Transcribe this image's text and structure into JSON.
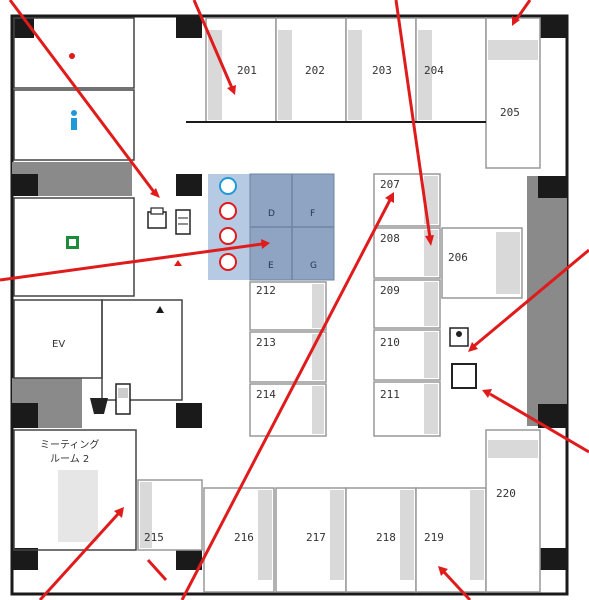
{
  "map": {
    "rooms": {
      "r201": "201",
      "r202": "202",
      "r203": "203",
      "r204": "204",
      "r205": "205",
      "r206": "206",
      "r207": "207",
      "r208": "208",
      "r209": "209",
      "r210": "210",
      "r211": "211",
      "r212": "212",
      "r213": "213",
      "r214": "214",
      "r215": "215",
      "r216": "216",
      "r217": "217",
      "r218": "218",
      "r219": "219",
      "r220": "220"
    },
    "booths": {
      "d": "D",
      "f": "F",
      "e": "E",
      "g": "G"
    },
    "labels": {
      "elevator": "EV",
      "meeting_line1": "ミーティング",
      "meeting_line2": "ルーム 2"
    },
    "colors": {
      "wall": "#1a1a1a",
      "gray_zone": "#8a8a8a",
      "room_shade": "#d9d9d9",
      "booth_fill": "#8fa4c2",
      "booth_panel": "#b7cae3",
      "arrow": "#e01b1b",
      "toilet_icon": "#1e9bd7",
      "exit_icon": "#1e8a3a"
    }
  }
}
